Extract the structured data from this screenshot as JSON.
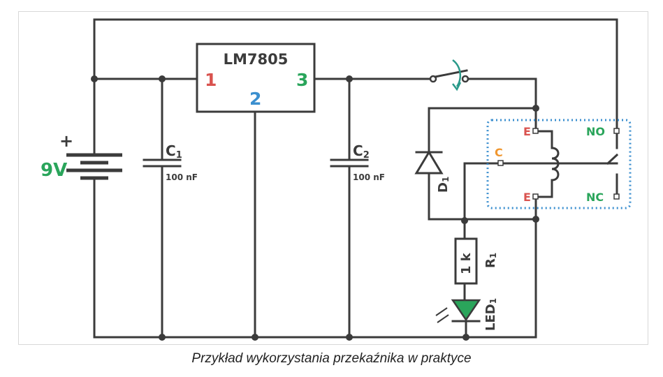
{
  "caption": "Przykład wykorzystania przekaźnika w praktyce",
  "battery": {
    "plus": "+",
    "label": "9V"
  },
  "regulator": {
    "name": "LM7805",
    "pin1": "1",
    "pin2": "2",
    "pin3": "3"
  },
  "c1": {
    "label": "C",
    "sub": "1",
    "value": "100 nF"
  },
  "c2": {
    "label": "C",
    "sub": "2",
    "value": "100 nF"
  },
  "diode": {
    "label": "D",
    "sub": "1"
  },
  "resistor": {
    "value": "1 k",
    "label": "R",
    "sub": "1"
  },
  "led": {
    "label": "LED",
    "sub": "1"
  },
  "relay": {
    "e_top": "E",
    "c": "C",
    "e_bottom": "E",
    "no": "NO",
    "nc": "NC"
  },
  "colors": {
    "wire": "#3b3b3b",
    "red": "#d9534f",
    "blue": "#3b8fcf",
    "green": "#2aa55b",
    "orange": "#f0962e",
    "teal": "#2a9a8a",
    "relay_box": "#3b8fcf"
  }
}
